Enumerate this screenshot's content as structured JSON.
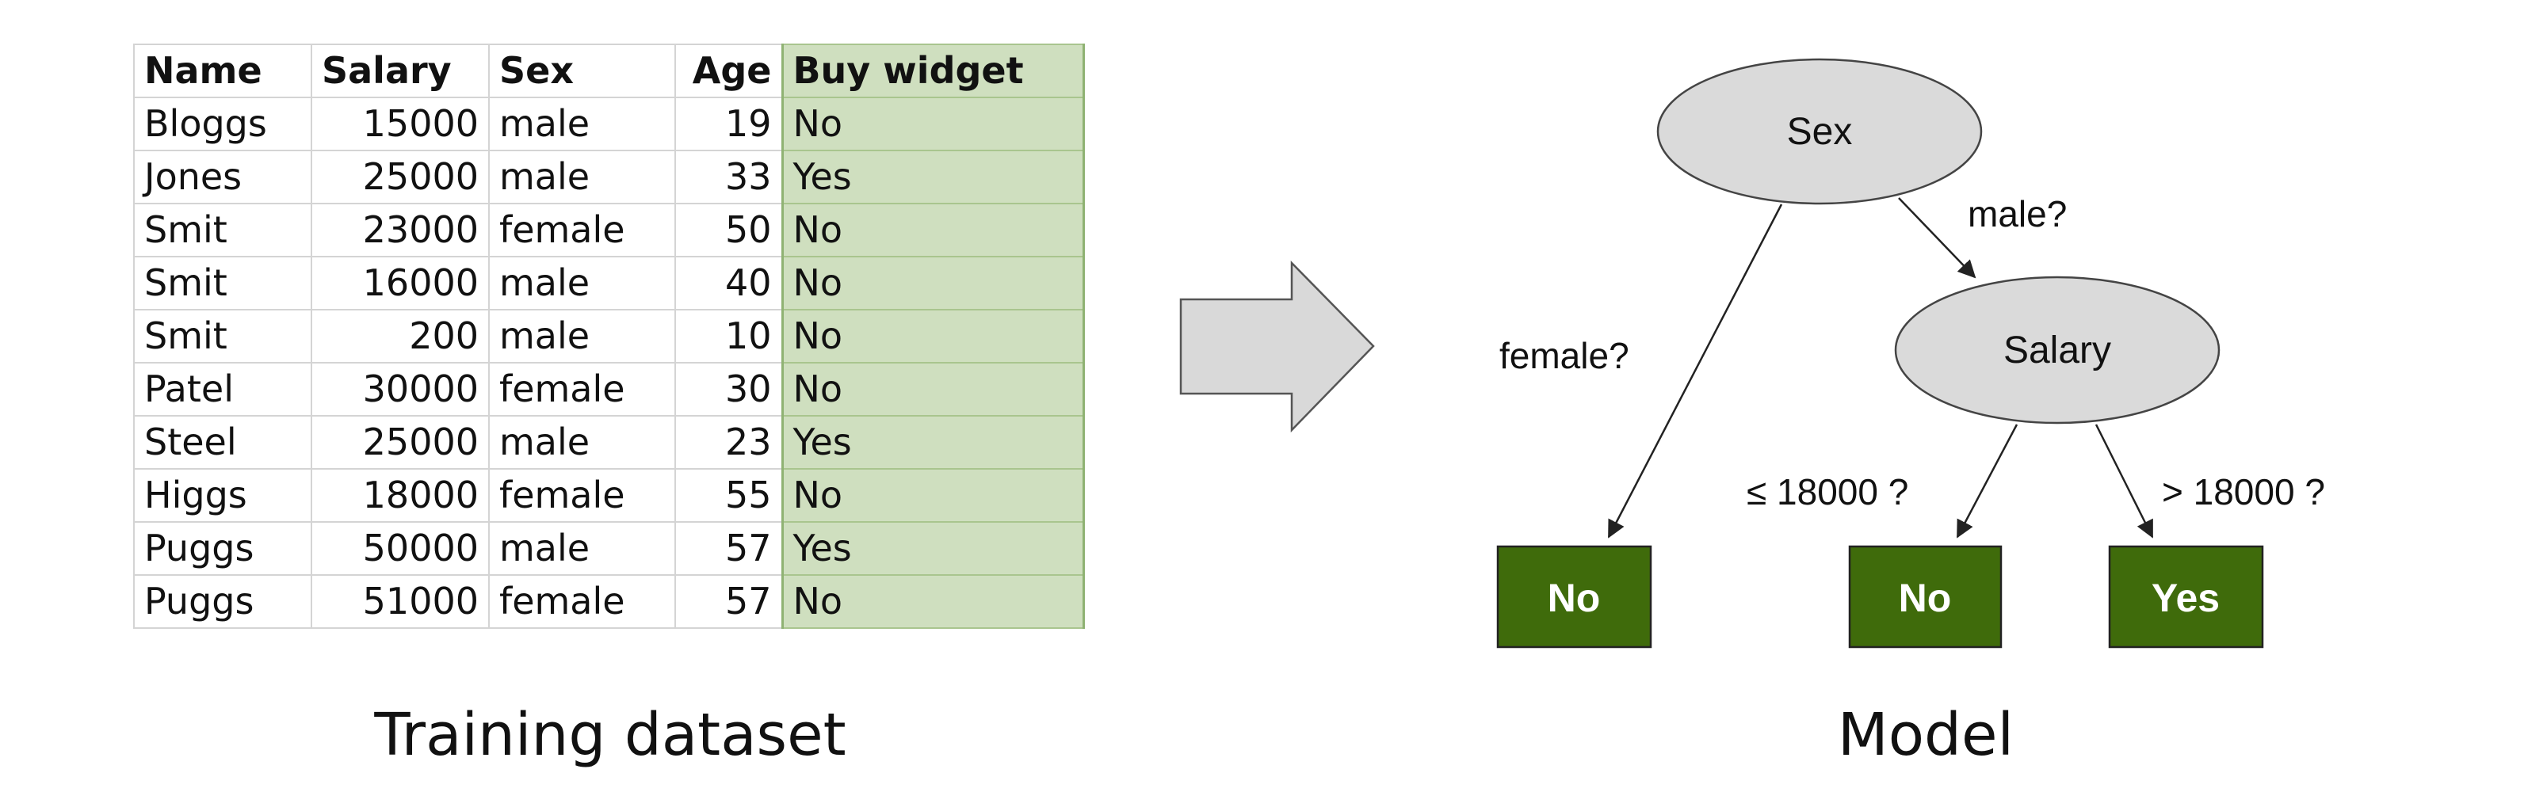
{
  "table": {
    "headers": [
      "Name",
      "Salary",
      "Sex",
      "Age",
      "Buy widget"
    ],
    "rows": [
      [
        "Bloggs",
        "15000",
        "male",
        "19",
        "No"
      ],
      [
        "Jones",
        "25000",
        "male",
        "33",
        "Yes"
      ],
      [
        "Smit",
        "23000",
        "female",
        "50",
        "No"
      ],
      [
        "Smit",
        "16000",
        "male",
        "40",
        "No"
      ],
      [
        "Smit",
        "200",
        "male",
        "10",
        "No"
      ],
      [
        "Patel",
        "30000",
        "female",
        "30",
        "No"
      ],
      [
        "Steel",
        "25000",
        "male",
        "23",
        "Yes"
      ],
      [
        "Higgs",
        "18000",
        "female",
        "55",
        "No"
      ],
      [
        "Puggs",
        "50000",
        "male",
        "57",
        "Yes"
      ],
      [
        "Puggs",
        "51000",
        "female",
        "57",
        "No"
      ]
    ]
  },
  "captions": {
    "left": "Training dataset",
    "right": "Model"
  },
  "tree": {
    "nodes": {
      "sex": "Sex",
      "salary": "Salary",
      "leaf_female": "No",
      "leaf_low": "No",
      "leaf_high": "Yes"
    },
    "edges": {
      "female": "female?",
      "male": "male?",
      "low": "≤ 18000 ?",
      "high": "> 18000 ?"
    }
  },
  "colors": {
    "label_column": "#cfdfbf",
    "leaf_fill": "#3f6b0b",
    "node_fill": "#dadada",
    "arrow_fill": "#d9d9d9"
  },
  "icons": {
    "flow": "right-arrow-icon"
  }
}
